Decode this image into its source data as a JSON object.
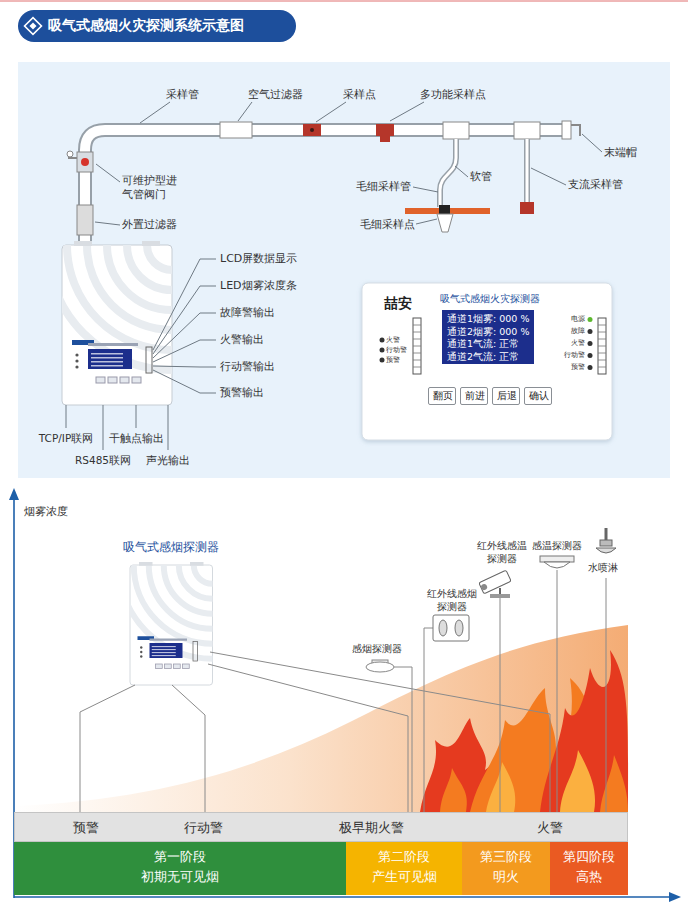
{
  "diagram": {
    "title": "吸气式感烟火灾探测系统示意图",
    "nodes": [
      {
        "text": [
          "喆安",
          "吸气式感烟火灾探测器"
        ]
      },
      {
        "text": [
          "通道1烟雾: 000 %",
          "通道2烟雾: 000 %",
          "通道1气流: 正常",
          "通道2气流: 正常"
        ],
        "in": 0
      },
      {
        "text": [
          "翻页"
        ],
        "in": 0
      },
      {
        "text": [
          "前进"
        ],
        "in": 0
      },
      {
        "text": [
          "后退"
        ],
        "in": 0
      },
      {
        "text": [
          "确认"
        ],
        "in": 0
      },
      {
        "text": [
          "预警",
          "行动警",
          "极早期火警",
          "火警"
        ]
      },
      {
        "text": [
          "第一阶段",
          "初期无可见烟"
        ]
      },
      {
        "text": [
          "第二阶段",
          "产生可见烟"
        ]
      },
      {
        "text": [
          "第三阶段",
          "明火"
        ]
      },
      {
        "text": [
          "第四阶段",
          "高热"
        ]
      }
    ],
    "labels": [
      "采样管",
      "空气过滤器",
      "采样点",
      "多功能采样点",
      "可维护型进气管阀门",
      "末端帽",
      "毛细采样管",
      "软管",
      "支流采样管",
      "外置过滤器",
      "毛细采样点",
      "LCD屏数据显示",
      "LED烟雾浓度条",
      "故障警输出",
      "火警输出",
      "行动警输出",
      "预警输出",
      "TCP/IP联网",
      "RS485联网",
      "干触点输出",
      "声光输出",
      "火警",
      "行动警",
      "预警",
      "电源",
      "故障",
      "火警",
      "行动警",
      "预警",
      "烟雾浓度",
      "吸气式感烟探测器",
      "水喷淋",
      "感温探测器",
      "红外线感温探测器",
      "红外线感烟探测器",
      "感烟探测器"
    ]
  }
}
